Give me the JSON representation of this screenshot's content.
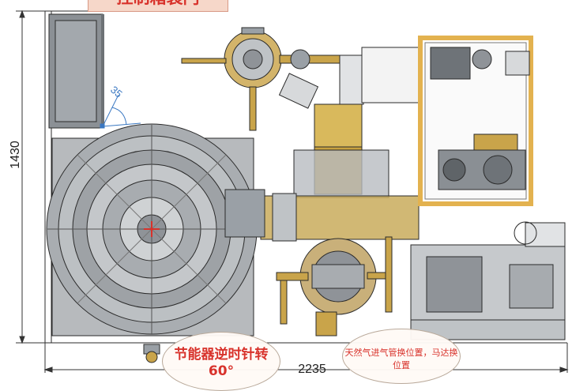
{
  "drawing": {
    "height_dim": "1430",
    "width_dim": "2235",
    "angle_dim": "35",
    "title_banner": "控制箱装门"
  },
  "callouts": {
    "economizer_note": "节能器逆时针转60°",
    "gas_note": "天然气进气管换位置，马达换位置"
  },
  "colors": {
    "gold": "#c9a44a",
    "frame": "#e3b24f",
    "steel": "#9aa0a6",
    "line": "#2b2b2b",
    "note_red": "#d8322b"
  }
}
